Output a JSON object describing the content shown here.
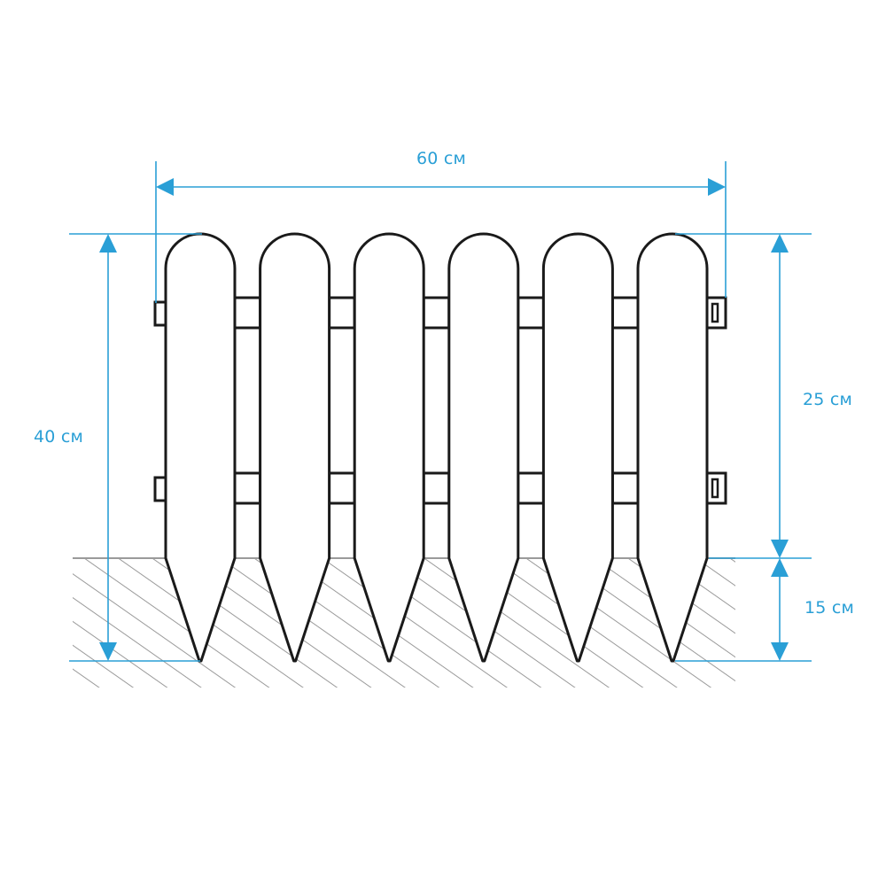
{
  "dimensions": {
    "width_label": "60 см",
    "total_height_label": "40 см",
    "above_ground_label": "25 см",
    "below_ground_label": "15 см"
  },
  "colors": {
    "dimension": "#2a9fd6",
    "outline": "#1a1a1a",
    "ground_hatch": "#9a9a9a"
  }
}
